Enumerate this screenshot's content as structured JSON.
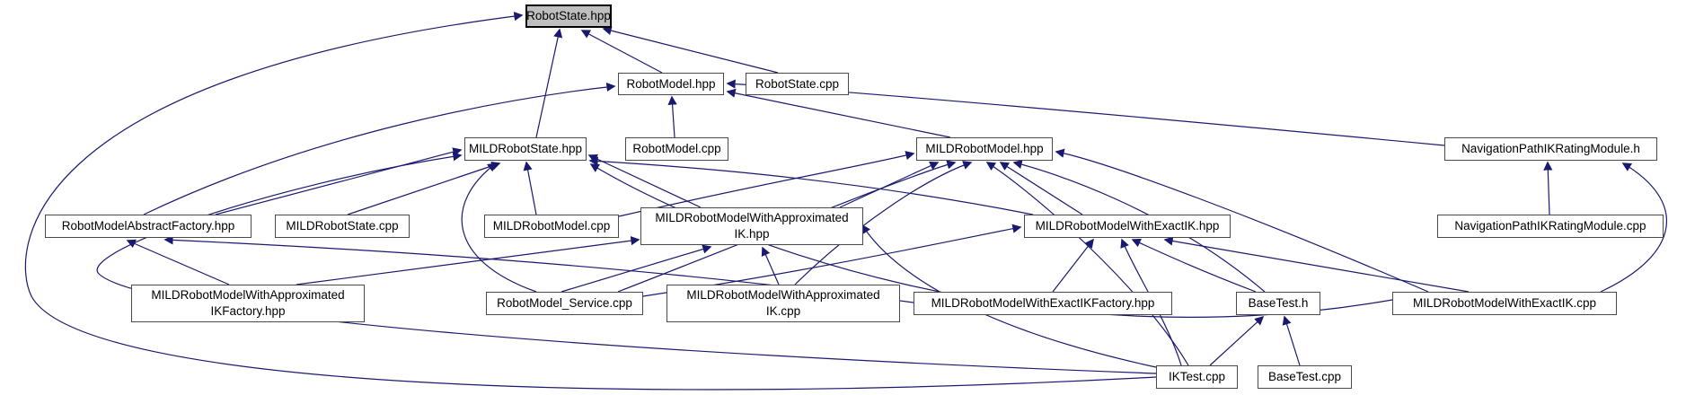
{
  "diagram": {
    "kind": "include-dependency-graph",
    "root_file": "RobotState.hpp",
    "colors": {
      "edge": "#191970",
      "node_border": "#4a4a4a",
      "node_fill": "#ffffff",
      "root_fill": "#bfbfbf",
      "background": "#ffffff"
    },
    "nodes": [
      {
        "id": "robotstate-hpp",
        "lines": [
          "RobotState.hpp"
        ]
      },
      {
        "id": "robotmodel-hpp",
        "lines": [
          "RobotModel.hpp"
        ]
      },
      {
        "id": "robotstate-cpp",
        "lines": [
          "RobotState.cpp"
        ]
      },
      {
        "id": "mildrobotstate-hpp",
        "lines": [
          "MILDRobotState.hpp"
        ]
      },
      {
        "id": "robotmodel-cpp",
        "lines": [
          "RobotModel.cpp"
        ]
      },
      {
        "id": "mildrobotmodel-hpp",
        "lines": [
          "MILDRobotModel.hpp"
        ]
      },
      {
        "id": "navigationpathikratingmodule-h",
        "lines": [
          "NavigationPathIKRatingModule.h"
        ]
      },
      {
        "id": "robotmodelabstractfactory-hpp",
        "lines": [
          "RobotModelAbstractFactory.hpp"
        ]
      },
      {
        "id": "mildrobotstate-cpp",
        "lines": [
          "MILDRobotState.cpp"
        ]
      },
      {
        "id": "mildrobotmodel-cpp",
        "lines": [
          "MILDRobotModel.cpp"
        ]
      },
      {
        "id": "mildrobotmodelwithapproximatedik-hpp",
        "lines": [
          "MILDRobotModelWithApproximated",
          "IK.hpp"
        ]
      },
      {
        "id": "mildrobotmodelwithexactik-hpp",
        "lines": [
          "MILDRobotModelWithExactIK.hpp"
        ]
      },
      {
        "id": "navigationpathikratingmodule-cpp",
        "lines": [
          "NavigationPathIKRatingModule.cpp"
        ]
      },
      {
        "id": "mildrobotmodelwithapproximatedikfactory-hpp",
        "lines": [
          "MILDRobotModelWithApproximated",
          "IKFactory.hpp"
        ]
      },
      {
        "id": "robotmodel-service-cpp",
        "lines": [
          "RobotModel_Service.cpp"
        ]
      },
      {
        "id": "mildrobotmodelwithapproximatedik-cpp",
        "lines": [
          "MILDRobotModelWithApproximated",
          "IK.cpp"
        ]
      },
      {
        "id": "mildrobotmodelwithexactikfactory-hpp",
        "lines": [
          "MILDRobotModelWithExactIKFactory.hpp"
        ]
      },
      {
        "id": "basetest-h",
        "lines": [
          "BaseTest.h"
        ]
      },
      {
        "id": "mildrobotmodelwithexactik-cpp",
        "lines": [
          "MILDRobotModelWithExactIK.cpp"
        ]
      },
      {
        "id": "iktest-cpp",
        "lines": [
          "IKTest.cpp"
        ]
      },
      {
        "id": "basetest-cpp",
        "lines": [
          "BaseTest.cpp"
        ]
      }
    ],
    "edges": [
      {
        "from": "RobotModel.hpp",
        "to": "RobotState.hpp"
      },
      {
        "from": "RobotState.cpp",
        "to": "RobotState.hpp"
      },
      {
        "from": "MILDRobotState.hpp",
        "to": "RobotState.hpp"
      },
      {
        "from": "IKTest.cpp",
        "to": "RobotState.hpp"
      },
      {
        "from": "RobotModel.cpp",
        "to": "RobotModel.hpp"
      },
      {
        "from": "MILDRobotModel.hpp",
        "to": "RobotModel.hpp"
      },
      {
        "from": "RobotModelAbstractFactory.hpp",
        "to": "RobotModel.hpp"
      },
      {
        "from": "NavigationPathIKRatingModule.h",
        "to": "RobotModel.hpp"
      },
      {
        "from": "MILDRobotState.cpp",
        "to": "MILDRobotState.hpp"
      },
      {
        "from": "MILDRobotModel.cpp",
        "to": "MILDRobotState.hpp"
      },
      {
        "from": "MILDRobotModelWithApproximatedIK.hpp",
        "to": "MILDRobotState.hpp"
      },
      {
        "from": "MILDRobotModelWithExactIK.hpp",
        "to": "MILDRobotState.hpp"
      },
      {
        "from": "RobotModelAbstractFactory.hpp",
        "to": "MILDRobotState.hpp"
      },
      {
        "from": "RobotModel_Service.cpp",
        "to": "MILDRobotState.hpp"
      },
      {
        "from": "IKTest.cpp",
        "to": "MILDRobotState.hpp"
      },
      {
        "from": "MILDRobotModelWithExactIK.cpp",
        "to": "MILDRobotState.hpp"
      },
      {
        "from": "MILDRobotModel.cpp",
        "to": "MILDRobotModel.hpp"
      },
      {
        "from": "MILDRobotModelWithApproximatedIK.hpp",
        "to": "MILDRobotModel.hpp"
      },
      {
        "from": "MILDRobotModelWithExactIK.hpp",
        "to": "MILDRobotModel.hpp"
      },
      {
        "from": "RobotModel_Service.cpp",
        "to": "MILDRobotModel.hpp"
      },
      {
        "from": "MILDRobotModelWithApproximatedIK.cpp",
        "to": "MILDRobotModel.hpp"
      },
      {
        "from": "BaseTest.h",
        "to": "MILDRobotModel.hpp"
      },
      {
        "from": "IKTest.cpp",
        "to": "MILDRobotModel.hpp"
      },
      {
        "from": "MILDRobotModelWithExactIK.cpp",
        "to": "MILDRobotModel.hpp"
      },
      {
        "from": "MILDRobotModelWithApproximatedIK.cpp",
        "to": "MILDRobotModelWithApproximatedIK.hpp"
      },
      {
        "from": "MILDRobotModelWithApproximatedIKFactory.hpp",
        "to": "MILDRobotModelWithApproximatedIK.hpp"
      },
      {
        "from": "RobotModel_Service.cpp",
        "to": "MILDRobotModelWithApproximatedIK.hpp"
      },
      {
        "from": "IKTest.cpp",
        "to": "MILDRobotModelWithApproximatedIK.hpp"
      },
      {
        "from": "MILDRobotModelWithExactIKFactory.hpp",
        "to": "MILDRobotModelWithExactIK.hpp"
      },
      {
        "from": "MILDRobotModelWithExactIK.cpp",
        "to": "MILDRobotModelWithExactIK.hpp"
      },
      {
        "from": "BaseTest.h",
        "to": "MILDRobotModelWithExactIK.hpp"
      },
      {
        "from": "IKTest.cpp",
        "to": "MILDRobotModelWithExactIK.hpp"
      },
      {
        "from": "RobotModel_Service.cpp",
        "to": "MILDRobotModelWithExactIK.hpp"
      },
      {
        "from": "MILDRobotModelWithApproximatedIKFactory.hpp",
        "to": "RobotModelAbstractFactory.hpp"
      },
      {
        "from": "MILDRobotModelWithExactIKFactory.hpp",
        "to": "RobotModelAbstractFactory.hpp"
      },
      {
        "from": "NavigationPathIKRatingModule.cpp",
        "to": "NavigationPathIKRatingModule.h"
      },
      {
        "from": "MILDRobotModelWithExactIK.cpp",
        "to": "NavigationPathIKRatingModule.h"
      },
      {
        "from": "IKTest.cpp",
        "to": "BaseTest.h"
      },
      {
        "from": "BaseTest.cpp",
        "to": "BaseTest.h"
      }
    ]
  }
}
